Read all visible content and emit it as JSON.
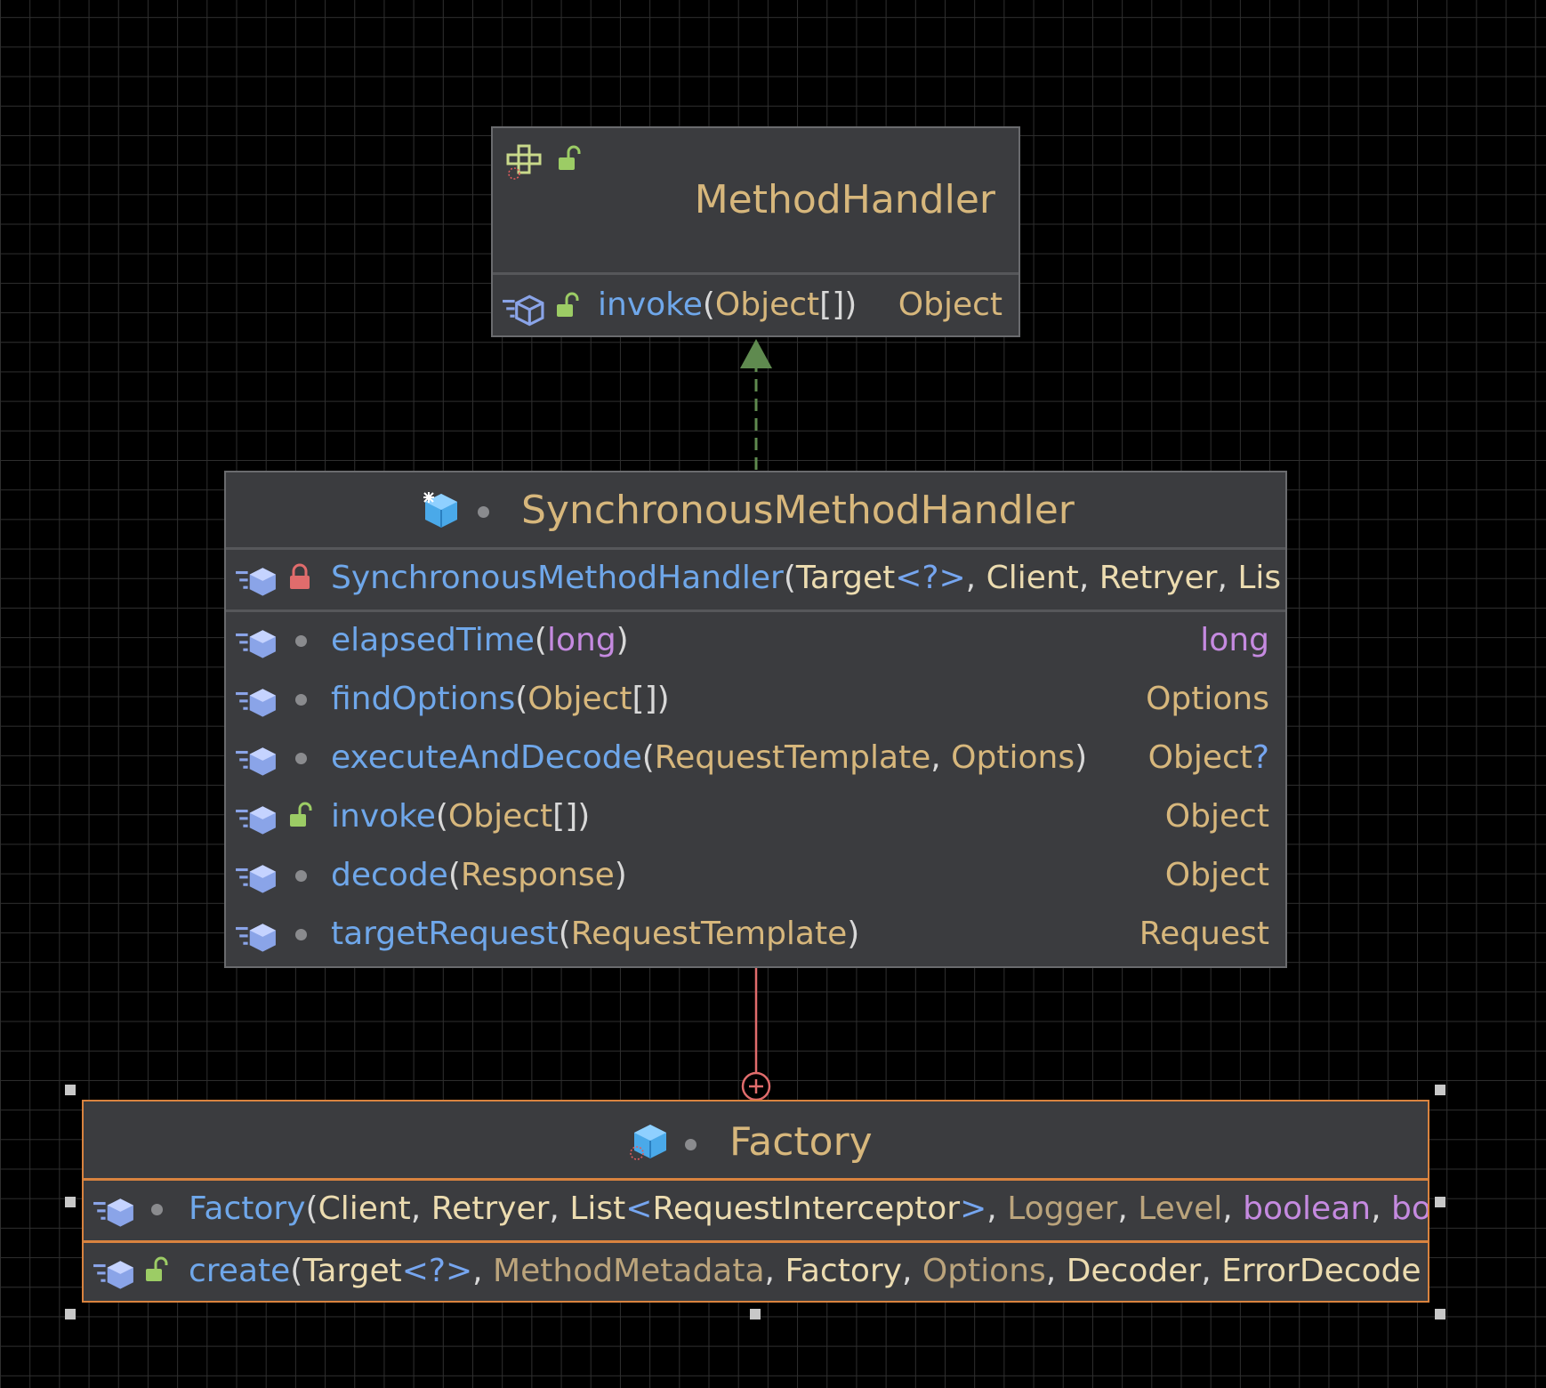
{
  "method_handler": {
    "title": "MethodHandler",
    "method": {
      "name": "invoke",
      "open": "(",
      "param": "Object",
      "brackets": "[]",
      "close": ")",
      "return": "Object"
    }
  },
  "sync_handler": {
    "title": "SynchronousMethodHandler",
    "constructor": {
      "name": "SynchronousMethodHandler",
      "open": "(",
      "p1": "Target",
      "g": "<?>",
      "c1": ",",
      "p2": "Client",
      "c2": ",",
      "p3": "Retryer",
      "c3": ",",
      "p4": "Lis"
    },
    "methods": [
      {
        "name": "elapsedTime",
        "open": "(",
        "params": "long",
        "close": ")",
        "return": "long"
      },
      {
        "name": "findOptions",
        "open": "(",
        "params": "Object",
        "brackets": "[]",
        "close": ")",
        "return": "Options"
      },
      {
        "name": "executeAndDecode",
        "open": "(",
        "p1": "RequestTemplate",
        "comma": ",",
        "p2": "Options",
        "close": ")",
        "return": "Object",
        "return_suffix": "?"
      },
      {
        "name": "invoke",
        "open": "(",
        "params": "Object",
        "brackets": "[]",
        "close": ")",
        "return": "Object"
      },
      {
        "name": "decode",
        "open": "(",
        "params": "Response",
        "close": ")",
        "return": "Object"
      },
      {
        "name": "targetRequest",
        "open": "(",
        "params": "RequestTemplate",
        "close": ")",
        "return": "Request"
      }
    ]
  },
  "factory": {
    "title": "Factory",
    "constructor": {
      "name": "Factory",
      "open": "(",
      "p1": "Client",
      "c1": ",",
      "p2": "Retryer",
      "c2": ",",
      "p3": "List",
      "g1": "<",
      "p3b": "RequestInterceptor",
      "g2": ">",
      "c3": ",",
      "p4": "Logger",
      "c4": ",",
      "p5": "Level",
      "c5": ",",
      "p6": "boolean",
      "c6": ",",
      "p7": "bo"
    },
    "create": {
      "name": "create",
      "open": "(",
      "p1": "Target",
      "g": "<?>",
      "c1": ",",
      "p2": "MethodMetadata",
      "c2": ",",
      "p3": "Factory",
      "c3": ",",
      "p4": "Options",
      "c4": ",",
      "p5": "Decoder",
      "c5": ",",
      "p6": "ErrorDecode"
    }
  },
  "colors": {
    "method": "#6fa7ea",
    "type": "#d7b77c",
    "primitive": "#c58ae0",
    "implements_arrow": "#5f8a4f",
    "inner_class_link": "#e06c6c",
    "selection": "#d9833f"
  },
  "icons": {
    "interface": "interface-icon",
    "class": "class-icon",
    "method": "method-icon",
    "public": "unlock-icon",
    "private": "lock-icon",
    "package_private": "dot-icon"
  }
}
